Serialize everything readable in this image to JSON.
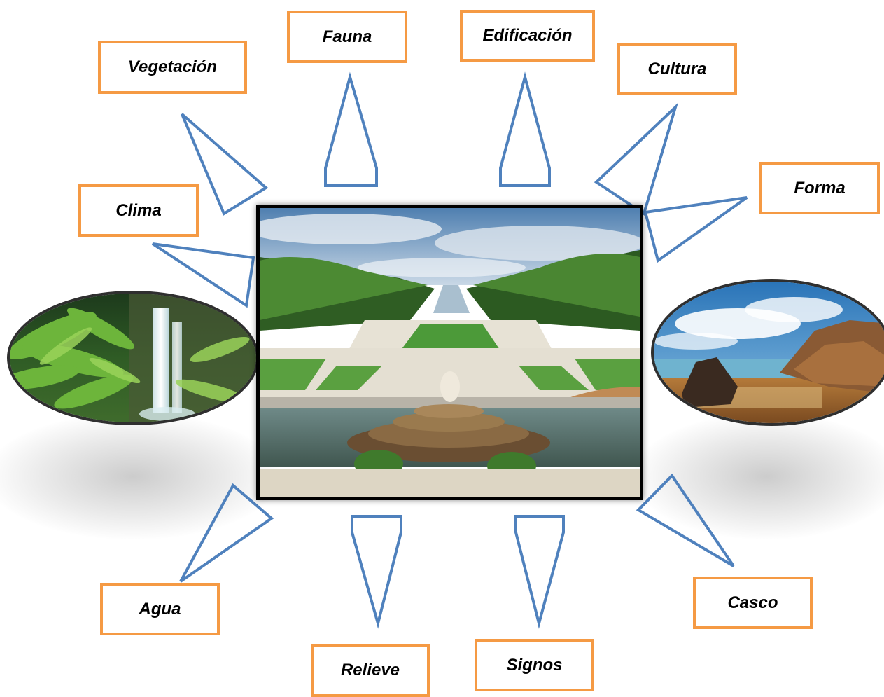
{
  "labels": {
    "vegetacion": "Vegetación",
    "fauna": "Fauna",
    "edificacion": "Edificación",
    "cultura": "Cultura",
    "forma": "Forma",
    "clima": "Clima",
    "agua": "Agua",
    "relieve": "Relieve",
    "signos": "Signos",
    "casco": "Casco"
  },
  "colors": {
    "box_border": "#f59a44",
    "arrow_stroke": "#4f81bd",
    "frame_border": "#000000"
  },
  "images": {
    "center": "versailles-gardens-photo",
    "left": "waterfall-fern-photo",
    "right": "rocky-beach-photo"
  }
}
